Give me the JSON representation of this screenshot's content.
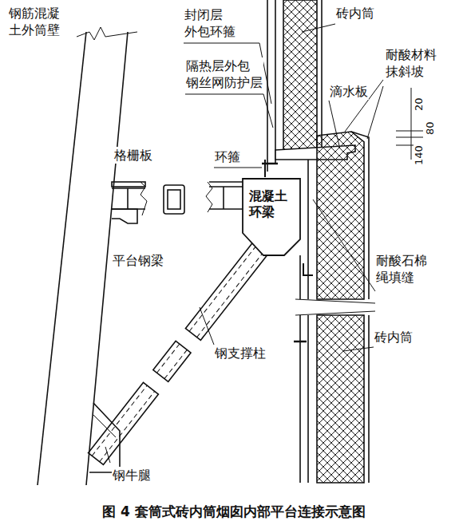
{
  "diagram": {
    "caption": "图 4 套筒式砖内筒烟囱内部平台连接示意图",
    "nodes": [
      {
        "text": [
          "混凝土 环梁"
        ]
      }
    ],
    "labels": [
      "钢筋混凝 土外筒壁",
      "封闭层 外包环箍",
      "砖内筒",
      "隔热层外包 钢丝网防护层",
      "滴水板",
      "耐酸材料 抹斜坡",
      "20",
      "80",
      "140",
      "格栅板",
      "环箍",
      "平台钢梁",
      "耐酸石棉 绳填缝",
      "钢支撑柱",
      "砖内筒",
      "钢牛腿"
    ]
  }
}
